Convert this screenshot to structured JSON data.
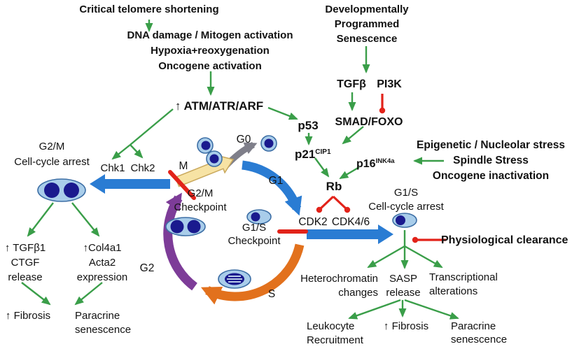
{
  "colors": {
    "green": "#3a9e49",
    "red": "#e2231a",
    "blue": "#2a7cd3",
    "orange": "#e2711d",
    "purple": "#7d3c98",
    "gray": "#7f7f8a",
    "cream": "#f7e3a4",
    "cell_fill": "#a9cdea",
    "cell_border": "#3c6ea5",
    "nucleus": "#1a1a8e"
  },
  "triggers": {
    "telomere": "Critical telomere shortening",
    "dna_lines": [
      "DNA damage / Mitogen activation",
      "Hypoxia+reoxygenation",
      "Oncogene activation"
    ],
    "developmental_lines": [
      "Developmentally",
      "Programmed",
      "Senescence"
    ],
    "stress_lines": [
      "Epigenetic / Nucleolar stress",
      "Spindle Stress",
      "Oncogene inactivation"
    ]
  },
  "signaling": {
    "atm": "↑ ATM/ATR/ARF",
    "chk1": "Chk1",
    "chk2": "Chk2",
    "p53": "p53",
    "p21_base": "p21",
    "p21_sup": "CIP1",
    "tgfb": "TGFβ",
    "pi3k": "PI3K",
    "smad_foxo": "SMAD/FOXO",
    "p16_base": "p16",
    "p16_sup": "INK4a",
    "rb": "Rb",
    "cdk2": "CDK2",
    "cdk46": "CDK4/6"
  },
  "cycle": {
    "m": "M",
    "g0": "G0",
    "g1": "G1",
    "s": "S",
    "g2": "G2",
    "g2m_checkpoint": [
      "G2/M",
      "Checkpoint"
    ],
    "g1s_checkpoint": [
      "G1/S",
      "Checkpoint"
    ]
  },
  "arrest": {
    "g2m": [
      "G2/M",
      "Cell-cycle arrest"
    ],
    "g1s": [
      "G1/S",
      "Cell-cycle arrest"
    ]
  },
  "clearance": "Physiological clearance",
  "left_outcomes": {
    "tgfb1": [
      "↑ TGFβ1",
      "CTGF",
      "release"
    ],
    "col4a1": [
      "↑Col4a1",
      "Acta2",
      "expression"
    ],
    "fibrosis": "↑ Fibrosis",
    "paracrine": [
      "Paracrine",
      "senescence"
    ]
  },
  "right_outcomes": {
    "heterochromatin": [
      "Heterochromatin",
      "changes"
    ],
    "sasp": [
      "SASP",
      "release"
    ],
    "transcriptional": [
      "Transcriptional",
      "alterations"
    ],
    "leukocyte": [
      "Leukocyte",
      "Recruitment"
    ],
    "fibrosis": "↑ Fibrosis",
    "paracrine": [
      "Paracrine",
      "senescence"
    ]
  }
}
